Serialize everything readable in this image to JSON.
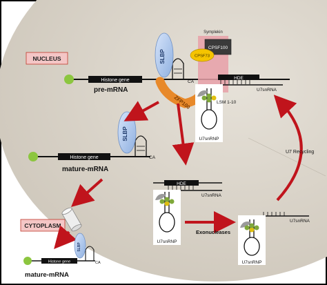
{
  "labels": {
    "nucleus": "NUCLEUS",
    "cytoplasm": "CYTOPLASM",
    "slbp": "SLBP",
    "cpsf73": "CPSF73",
    "cpsf100": "CPSF100",
    "symplekin": "Symplekin",
    "zfp100": "ZFP100",
    "histone_gene": "Histone gene",
    "ca": "CA",
    "hde": "HDE",
    "u7snrna": "U7snRNA",
    "u7snrnp": "U7snRNP",
    "lsm": "LSM 1-10",
    "pre_mrna": "pre-mRNA",
    "mature_mrna": "mature-mRNA",
    "u7_recycling": "U7 Recycling",
    "exonucleases": "Exonucleases"
  },
  "colors": {
    "background": "#000000",
    "panel": "#ffffff",
    "nucleus_fill": "#dcd6cc",
    "label_box_fill": "#f4c6c6",
    "label_box_stroke": "#c0392b",
    "arrow_red": "#c0141c",
    "slbp_blue": "#a9c4ec",
    "cpsf73_yellow": "#f5c400",
    "cpsf100_dark": "#3a3a3a",
    "symplekin_pink": "#e8a0a8",
    "zfp100_orange": "#e8892a",
    "cap_green": "#8cc63f",
    "lsm_green": "#7fa83a"
  }
}
